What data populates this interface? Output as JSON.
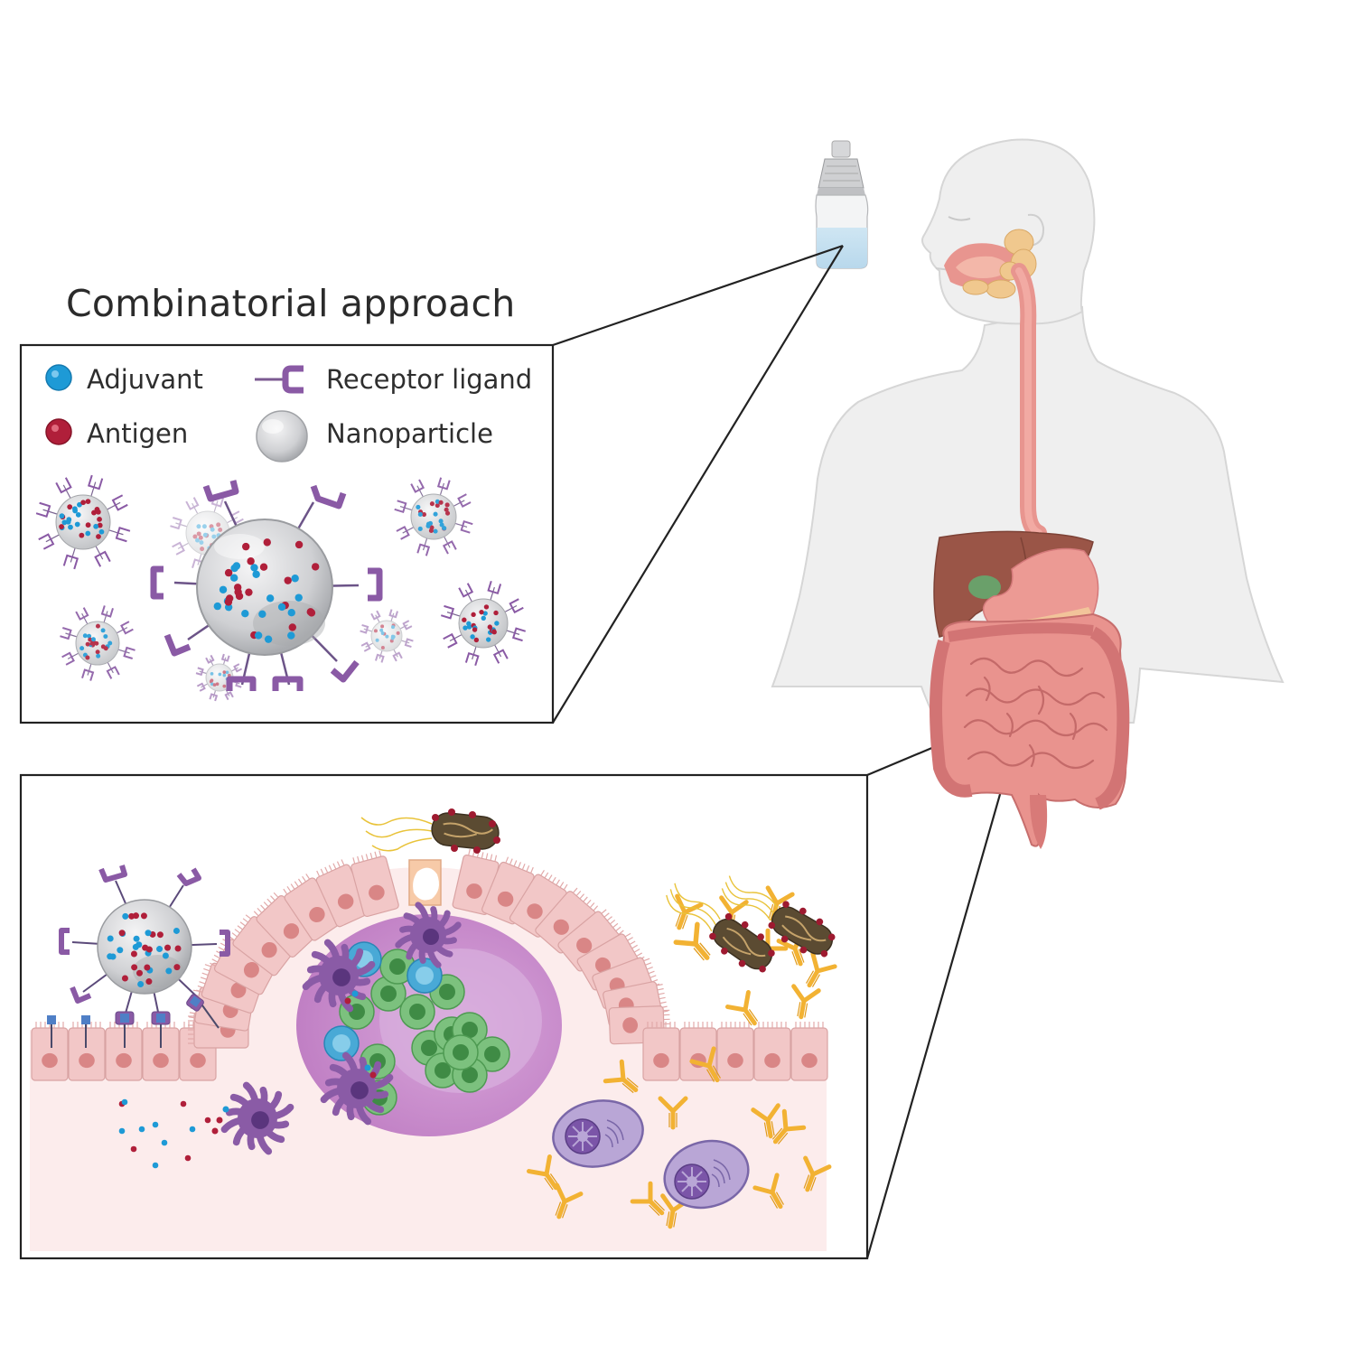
{
  "title": "Combinatorial approach",
  "legend": {
    "adjuvant": "Adjuvant",
    "antigen": "Antigen",
    "receptor_ligand": "Receptor ligand",
    "nanoparticle": "Nanoparticle"
  },
  "colors": {
    "adjuvant": "#1e9ad6",
    "antigen": "#b01f3a",
    "receptor_ligand": "#8a5aa5",
    "nanoparticle": "#c9cbcf",
    "epithelium": "#f2c7c7",
    "tissue": "#fbeaea",
    "follicle": "#c98bcd",
    "b_cell": "#7cc17e",
    "t_cell": "#49a9d6",
    "dendritic_cell": "#8a5ba6",
    "antibody": "#f2b233",
    "bacterium": "#6b5a3a",
    "gut": "#e8908b",
    "liver": "#9a5547",
    "body": "#eeeeee"
  }
}
